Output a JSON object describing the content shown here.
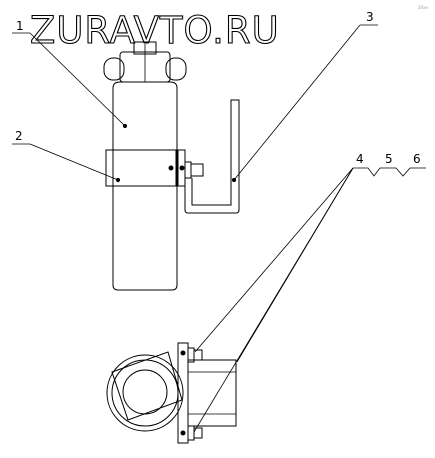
{
  "watermark": "ZURAVTO.RU",
  "corner_text": "20xx",
  "callouts": [
    {
      "id": "c1",
      "label": "1"
    },
    {
      "id": "c2",
      "label": "2"
    },
    {
      "id": "c3",
      "label": "3"
    },
    {
      "id": "c4",
      "label": "4"
    },
    {
      "id": "c5",
      "label": "5"
    },
    {
      "id": "c6",
      "label": "6"
    }
  ]
}
